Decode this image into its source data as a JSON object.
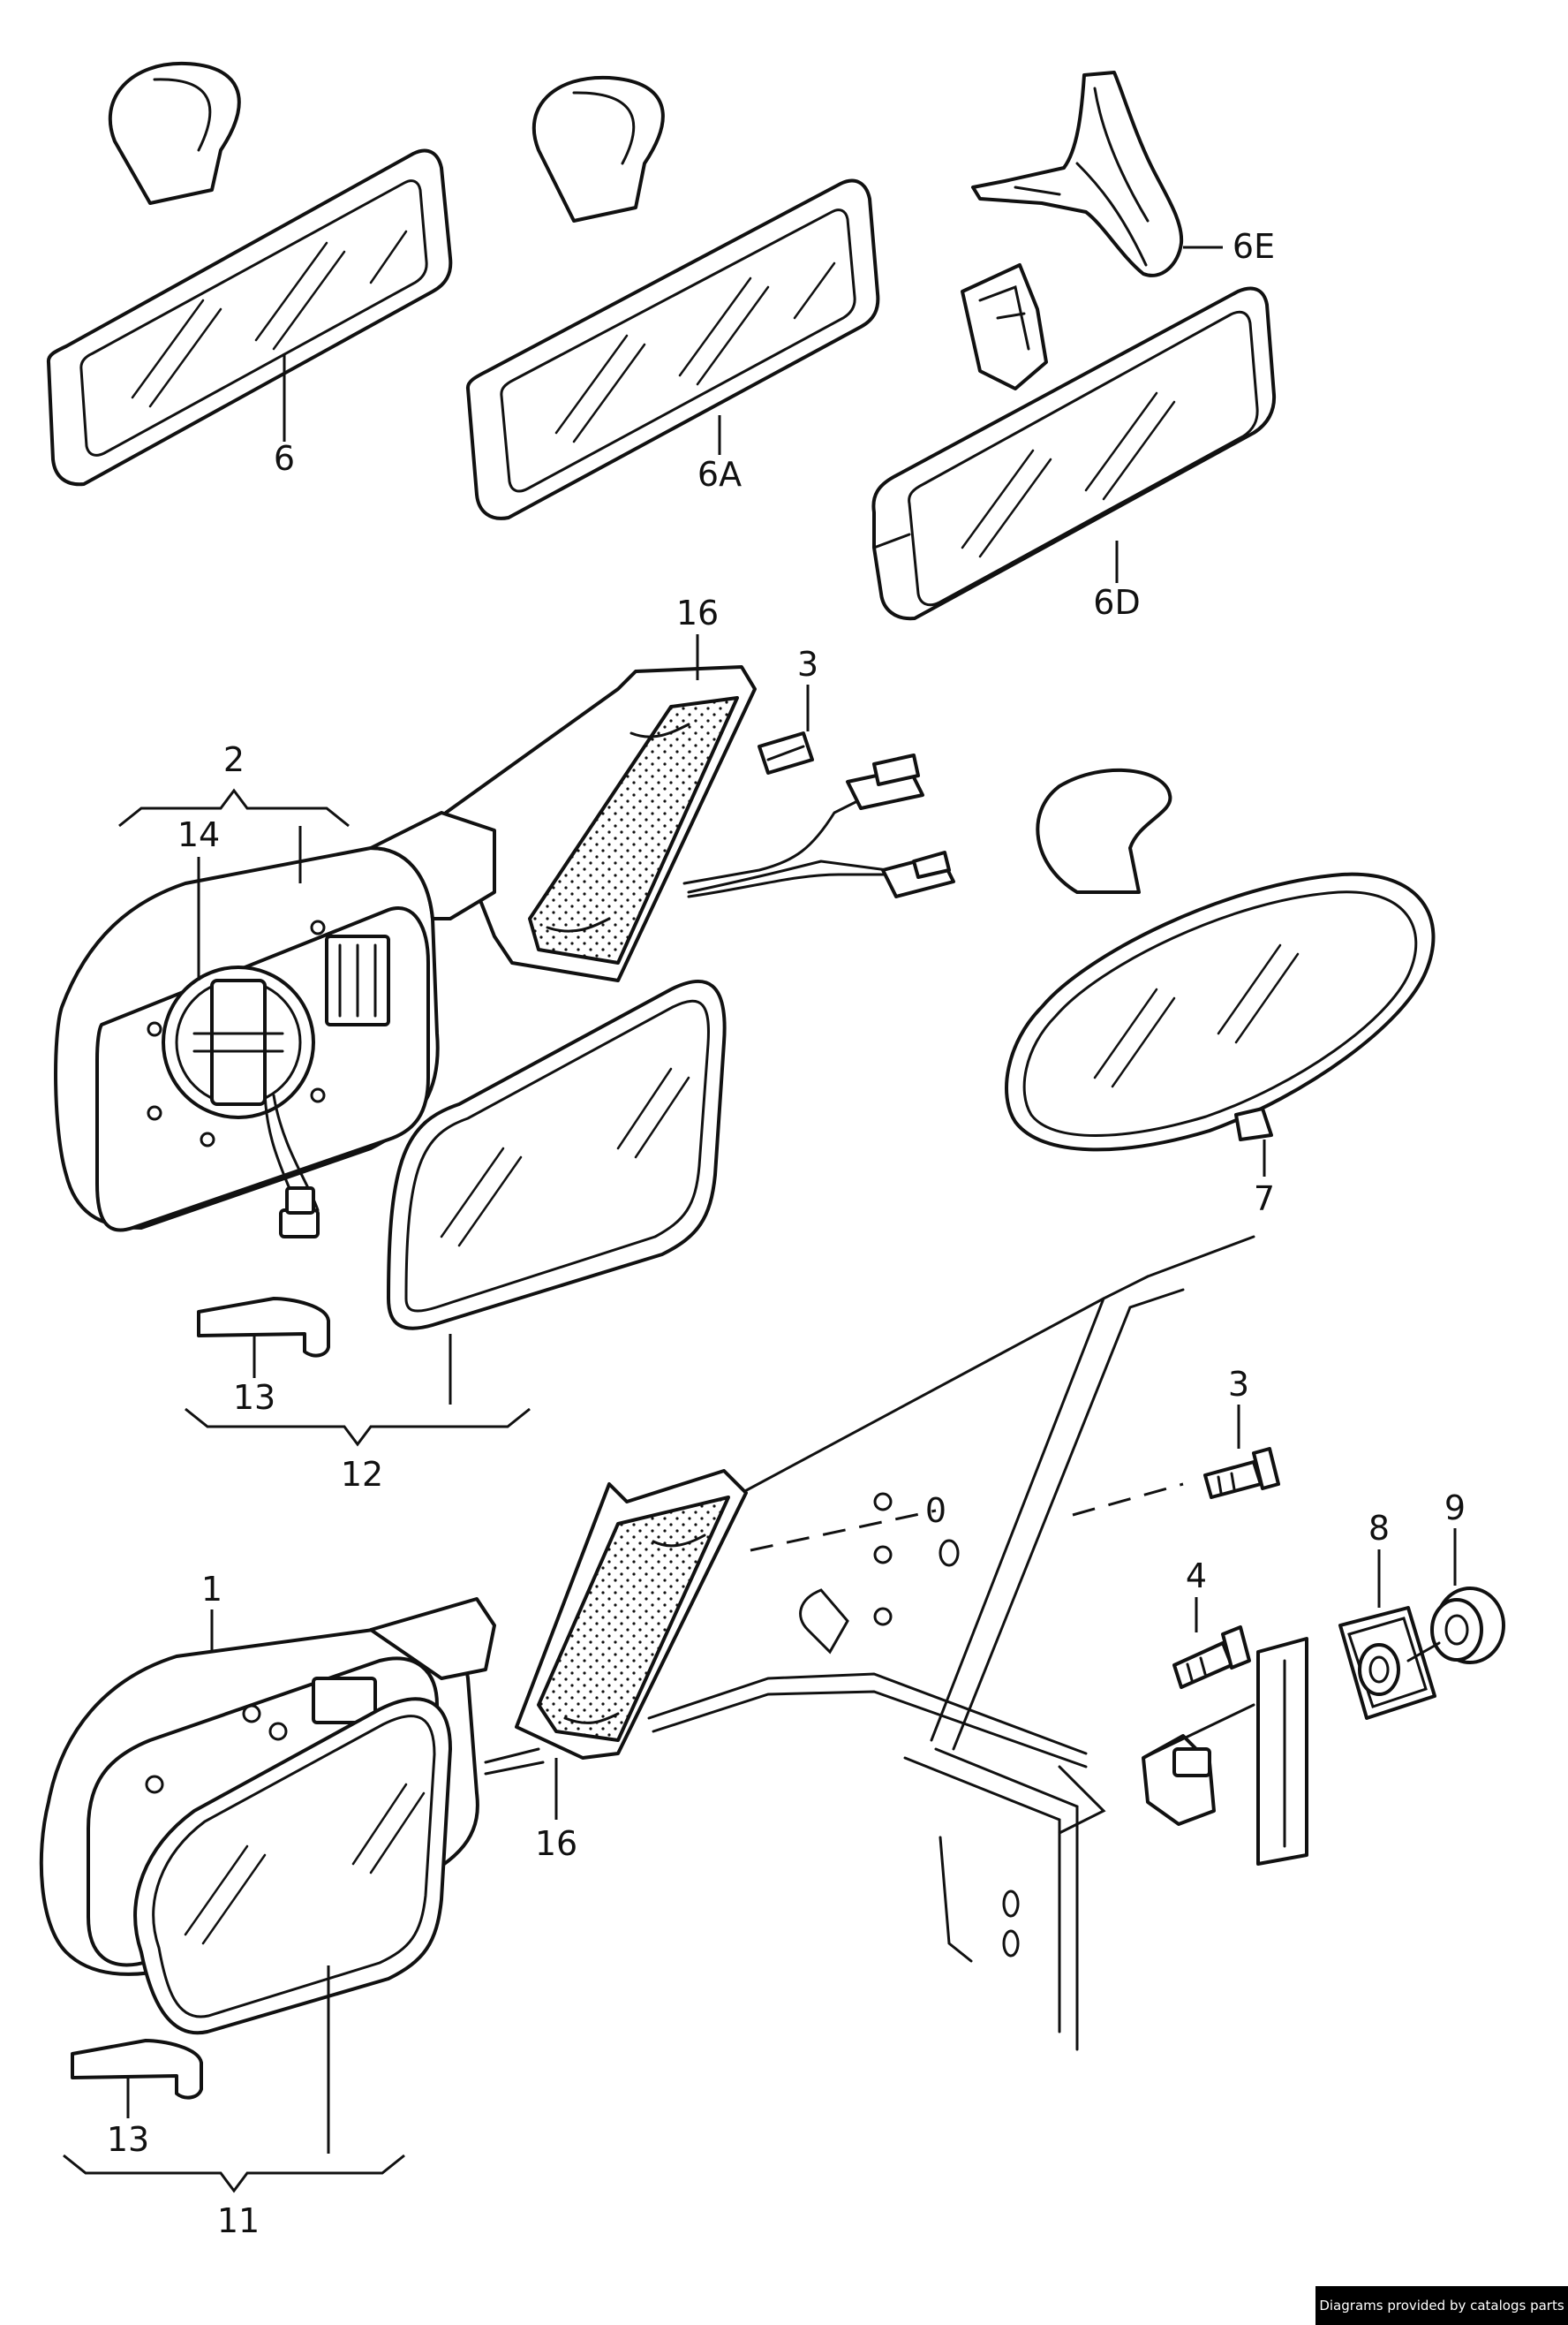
{
  "callouts": {
    "c6": "6",
    "c6A": "6A",
    "c6E": "6E",
    "c6D": "6D",
    "c16a": "16",
    "c3a": "3",
    "c2": "2",
    "c14": "14",
    "c7": "7",
    "c13a": "13",
    "c12": "12",
    "c3b": "3",
    "c4": "4",
    "c8": "8",
    "c9": "9",
    "c1": "1",
    "c16b": "16",
    "c13b": "13",
    "c11": "11"
  },
  "footer": {
    "credit": "Diagrams provided by catalogs parts"
  },
  "colors": {
    "line": "#111111",
    "background": "#ffffff",
    "badge": "#000000"
  }
}
